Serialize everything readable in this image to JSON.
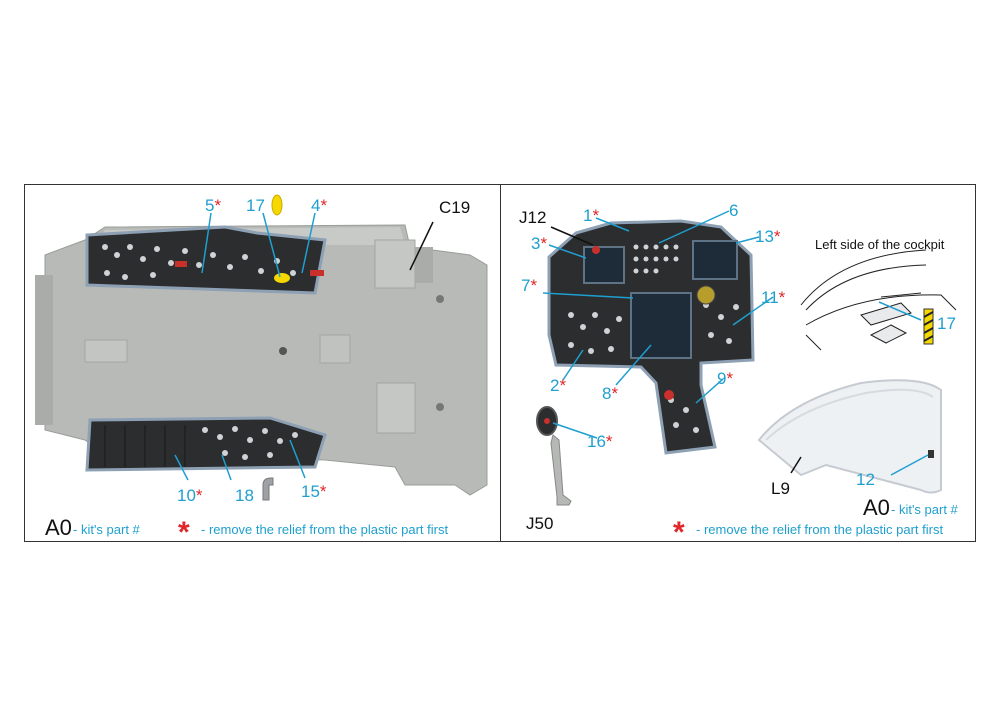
{
  "left": {
    "labels": {
      "p5": "5",
      "p17": "17",
      "p4": "4",
      "c19": "C19",
      "p10": "10",
      "p18": "18",
      "p15": "15"
    },
    "legend": {
      "part_code": "A0",
      "part_text": "- kit's part #",
      "asterisk": "*",
      "relief_text": "- remove the relief from the plastic part first"
    }
  },
  "right": {
    "labels": {
      "j12": "J12",
      "p1": "1",
      "p6": "6",
      "p3": "3",
      "p13": "13",
      "p7": "7",
      "p11": "11",
      "p2": "2",
      "p8": "8",
      "p9": "9",
      "p16": "16",
      "j50": "J50",
      "p17": "17",
      "l9": "L9",
      "p12": "12"
    },
    "side_title": "Left side of the cockpit",
    "legend": {
      "part_code": "A0",
      "part_text": "- kit's part #",
      "asterisk": "*",
      "relief_text": "- remove the relief from the plastic part first"
    }
  },
  "colors": {
    "label_blue": "#1f9fcf",
    "asterisk_red": "#e0262a",
    "plastic_gray": "#b5b8b5",
    "panel_dark": "#2a2c2e",
    "bezel_blue": "#8a9fb3"
  }
}
